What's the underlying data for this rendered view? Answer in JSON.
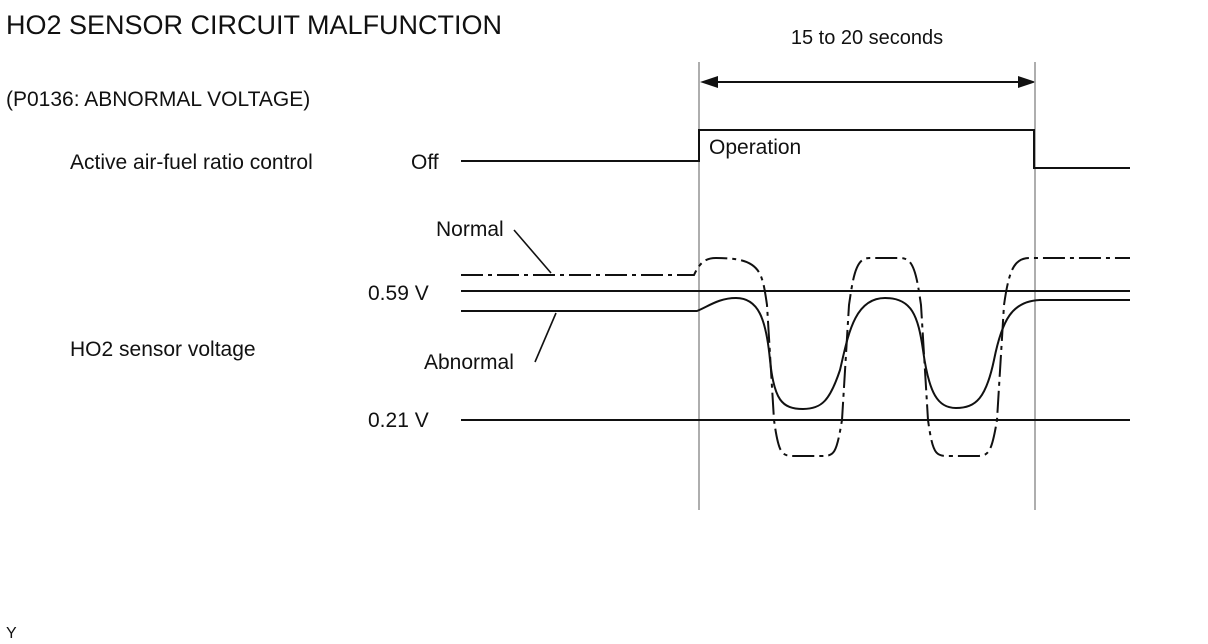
{
  "title": "HO2 SENSOR CIRCUIT MALFUNCTION",
  "subtitle": "(P0136: ABNORMAL VOLTAGE)",
  "duration_label": "15 to 20 seconds",
  "control": {
    "row_label": "Active air-fuel ratio control",
    "off_label": "Off",
    "operation_label": "Operation"
  },
  "sensor": {
    "row_label": "HO2 sensor voltage",
    "threshold_high": "0.59 V",
    "threshold_low": "0.21 V",
    "normal_label": "Normal",
    "abnormal_label": "Abnormal"
  },
  "footer_mark": "Y"
}
